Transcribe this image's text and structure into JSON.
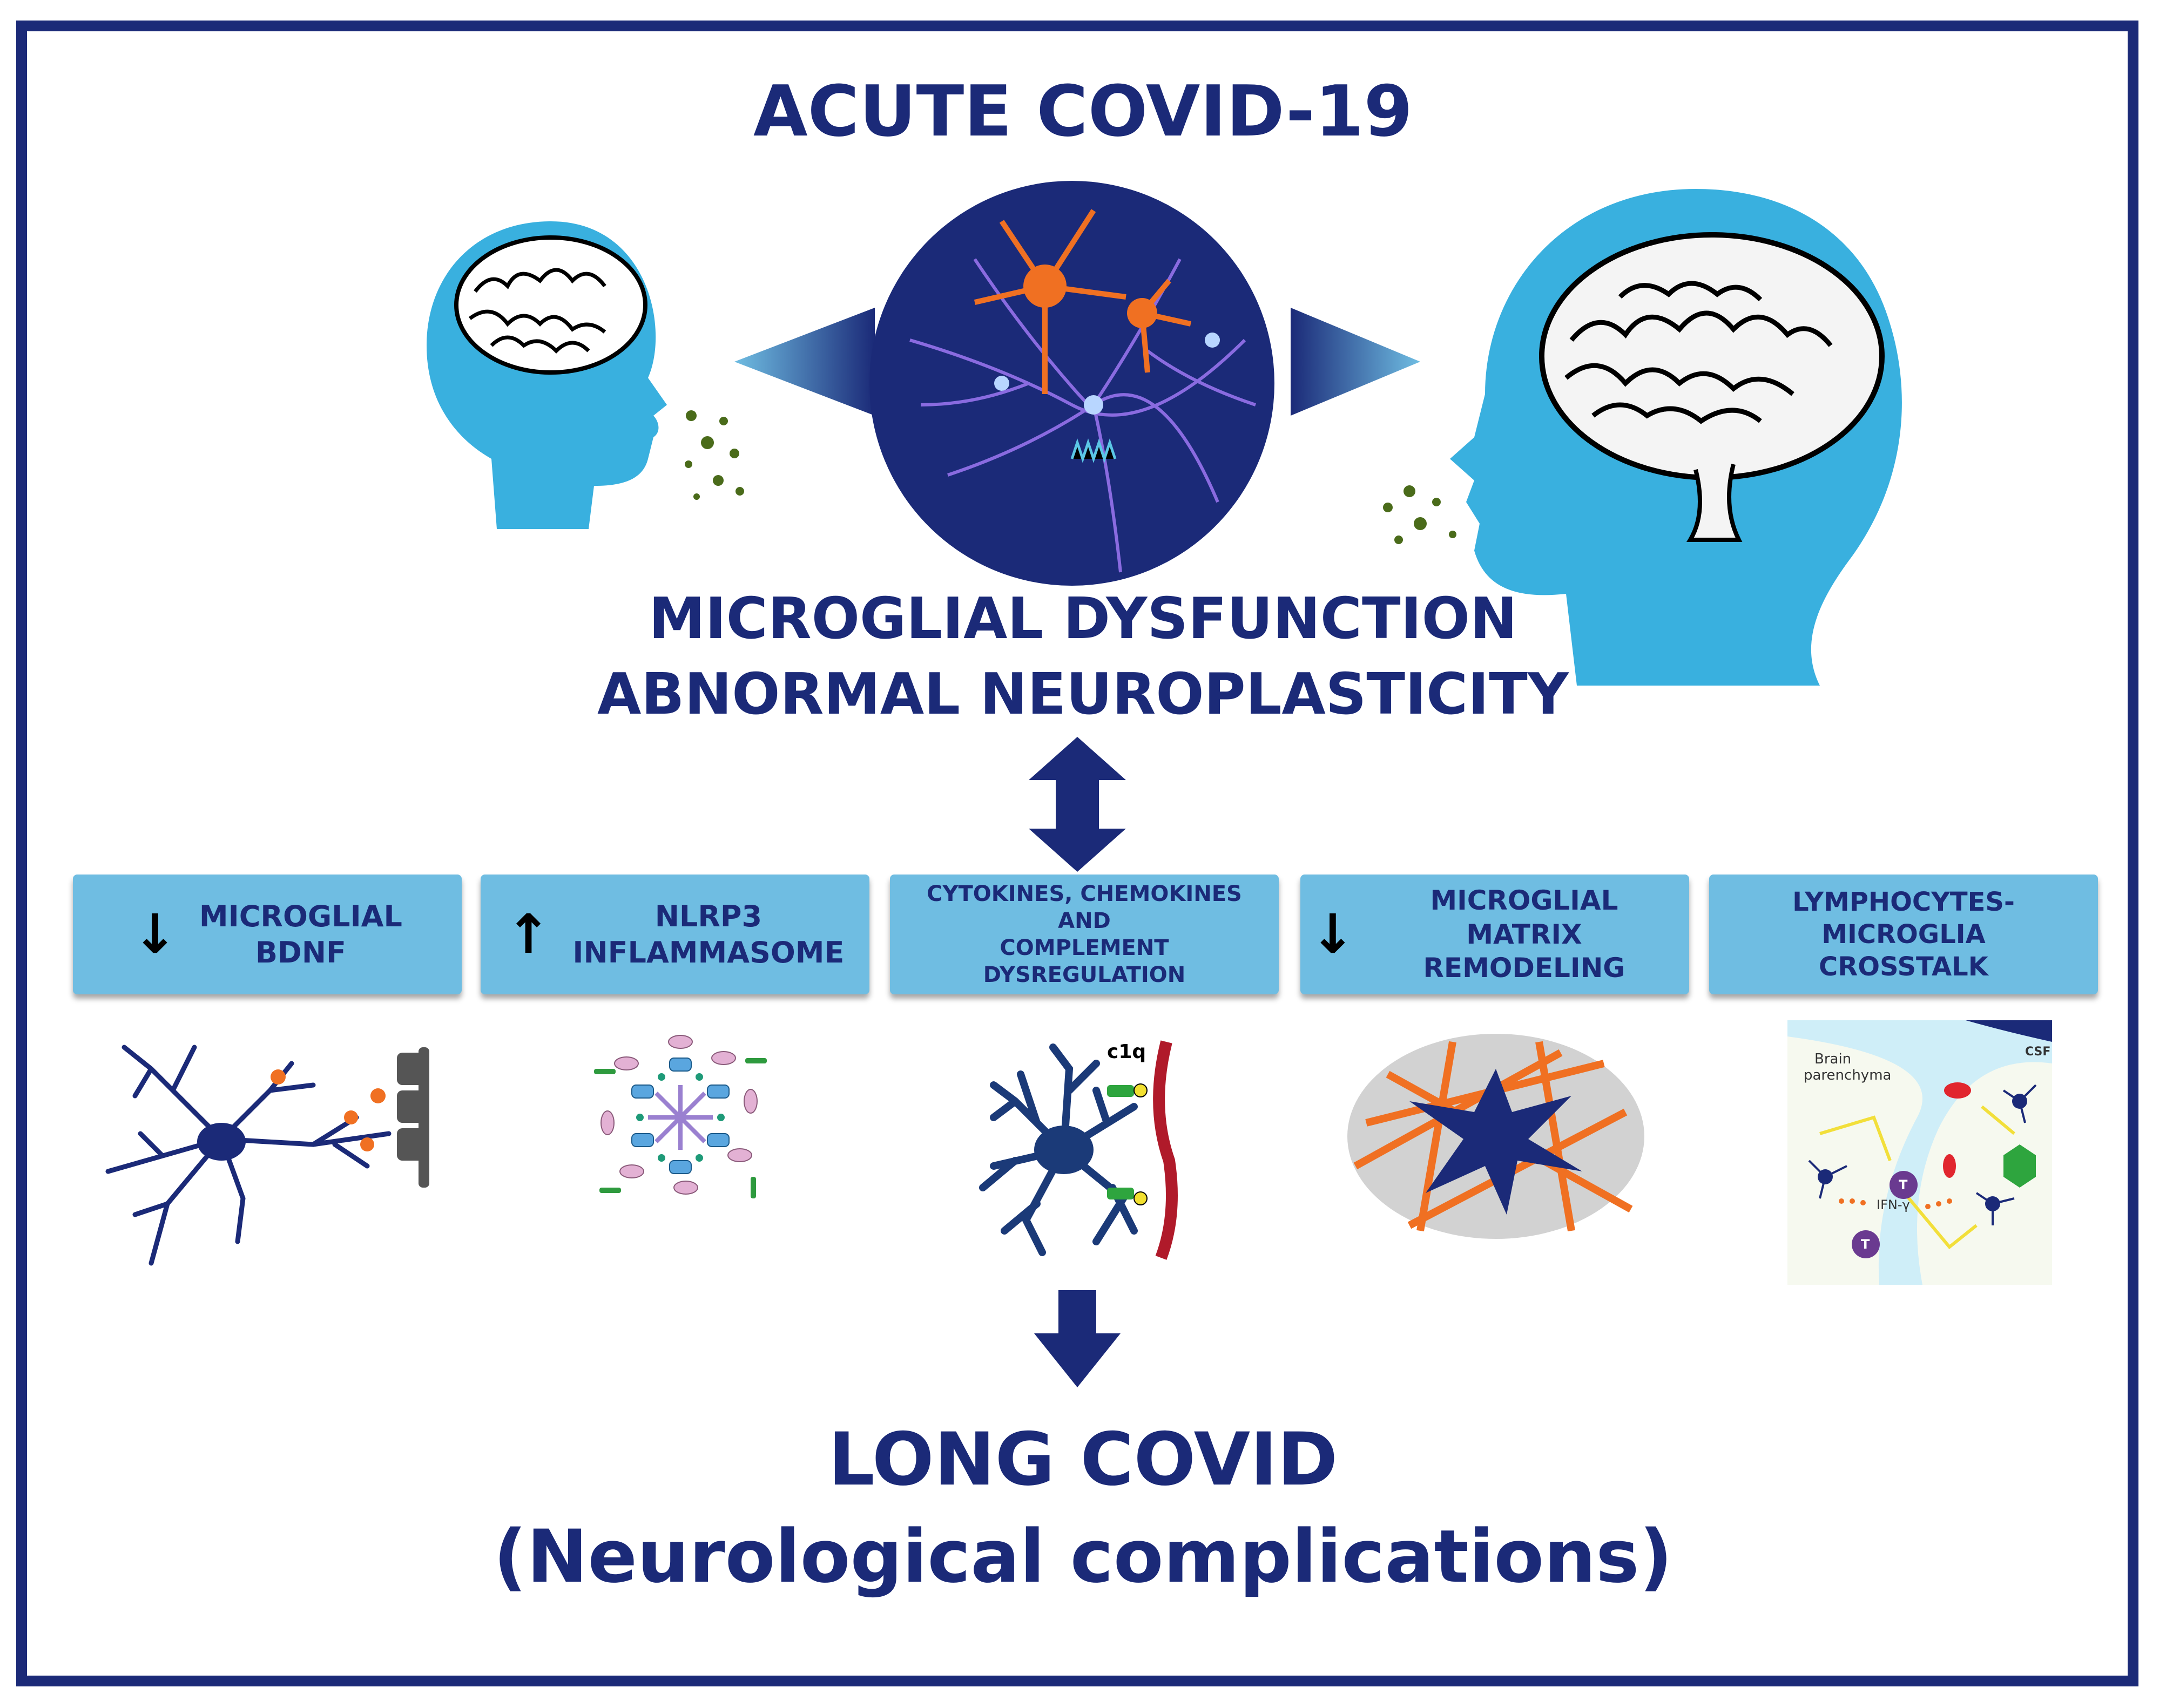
{
  "title_top": "ACUTE COVID-19",
  "center": {
    "line1": "MICROGLIAL DYSFUNCTION",
    "line2": "ABNORMAL NEUROPLASTICITY"
  },
  "mechanisms": [
    {
      "arrow": "↓",
      "line1": "MICROGLIAL",
      "line2": "BDNF"
    },
    {
      "arrow": "↑",
      "line1": "NLRP3",
      "line2": "INFLAMMASOME"
    },
    {
      "arrow": "",
      "line1": "CYTOKINES, CHEMOKINES AND",
      "line2": "COMPLEMENT DYSREGULATION"
    },
    {
      "arrow": "↓",
      "line1": "MICROGLIAL MATRIX",
      "line2": "REMODELING"
    },
    {
      "arrow": "",
      "line1": "LYMPHOCYTES-MICROGLIA",
      "line2": "CROSSTALK"
    }
  ],
  "icon_labels": {
    "c1q": "c1q",
    "brain_parenchyma_1": "Brain",
    "brain_parenchyma_2": "parenchyma",
    "csf": "CSF",
    "ifn": "IFN-γ",
    "t_cell": "T"
  },
  "outcome": {
    "line1": "LONG COVID",
    "line2": "(Neurological complications)"
  },
  "colors": {
    "navy": "#1b2a78",
    "box": "#6fbde2",
    "head": "#39b0df",
    "orange": "#f07022",
    "virus": "#4a6b1a"
  }
}
